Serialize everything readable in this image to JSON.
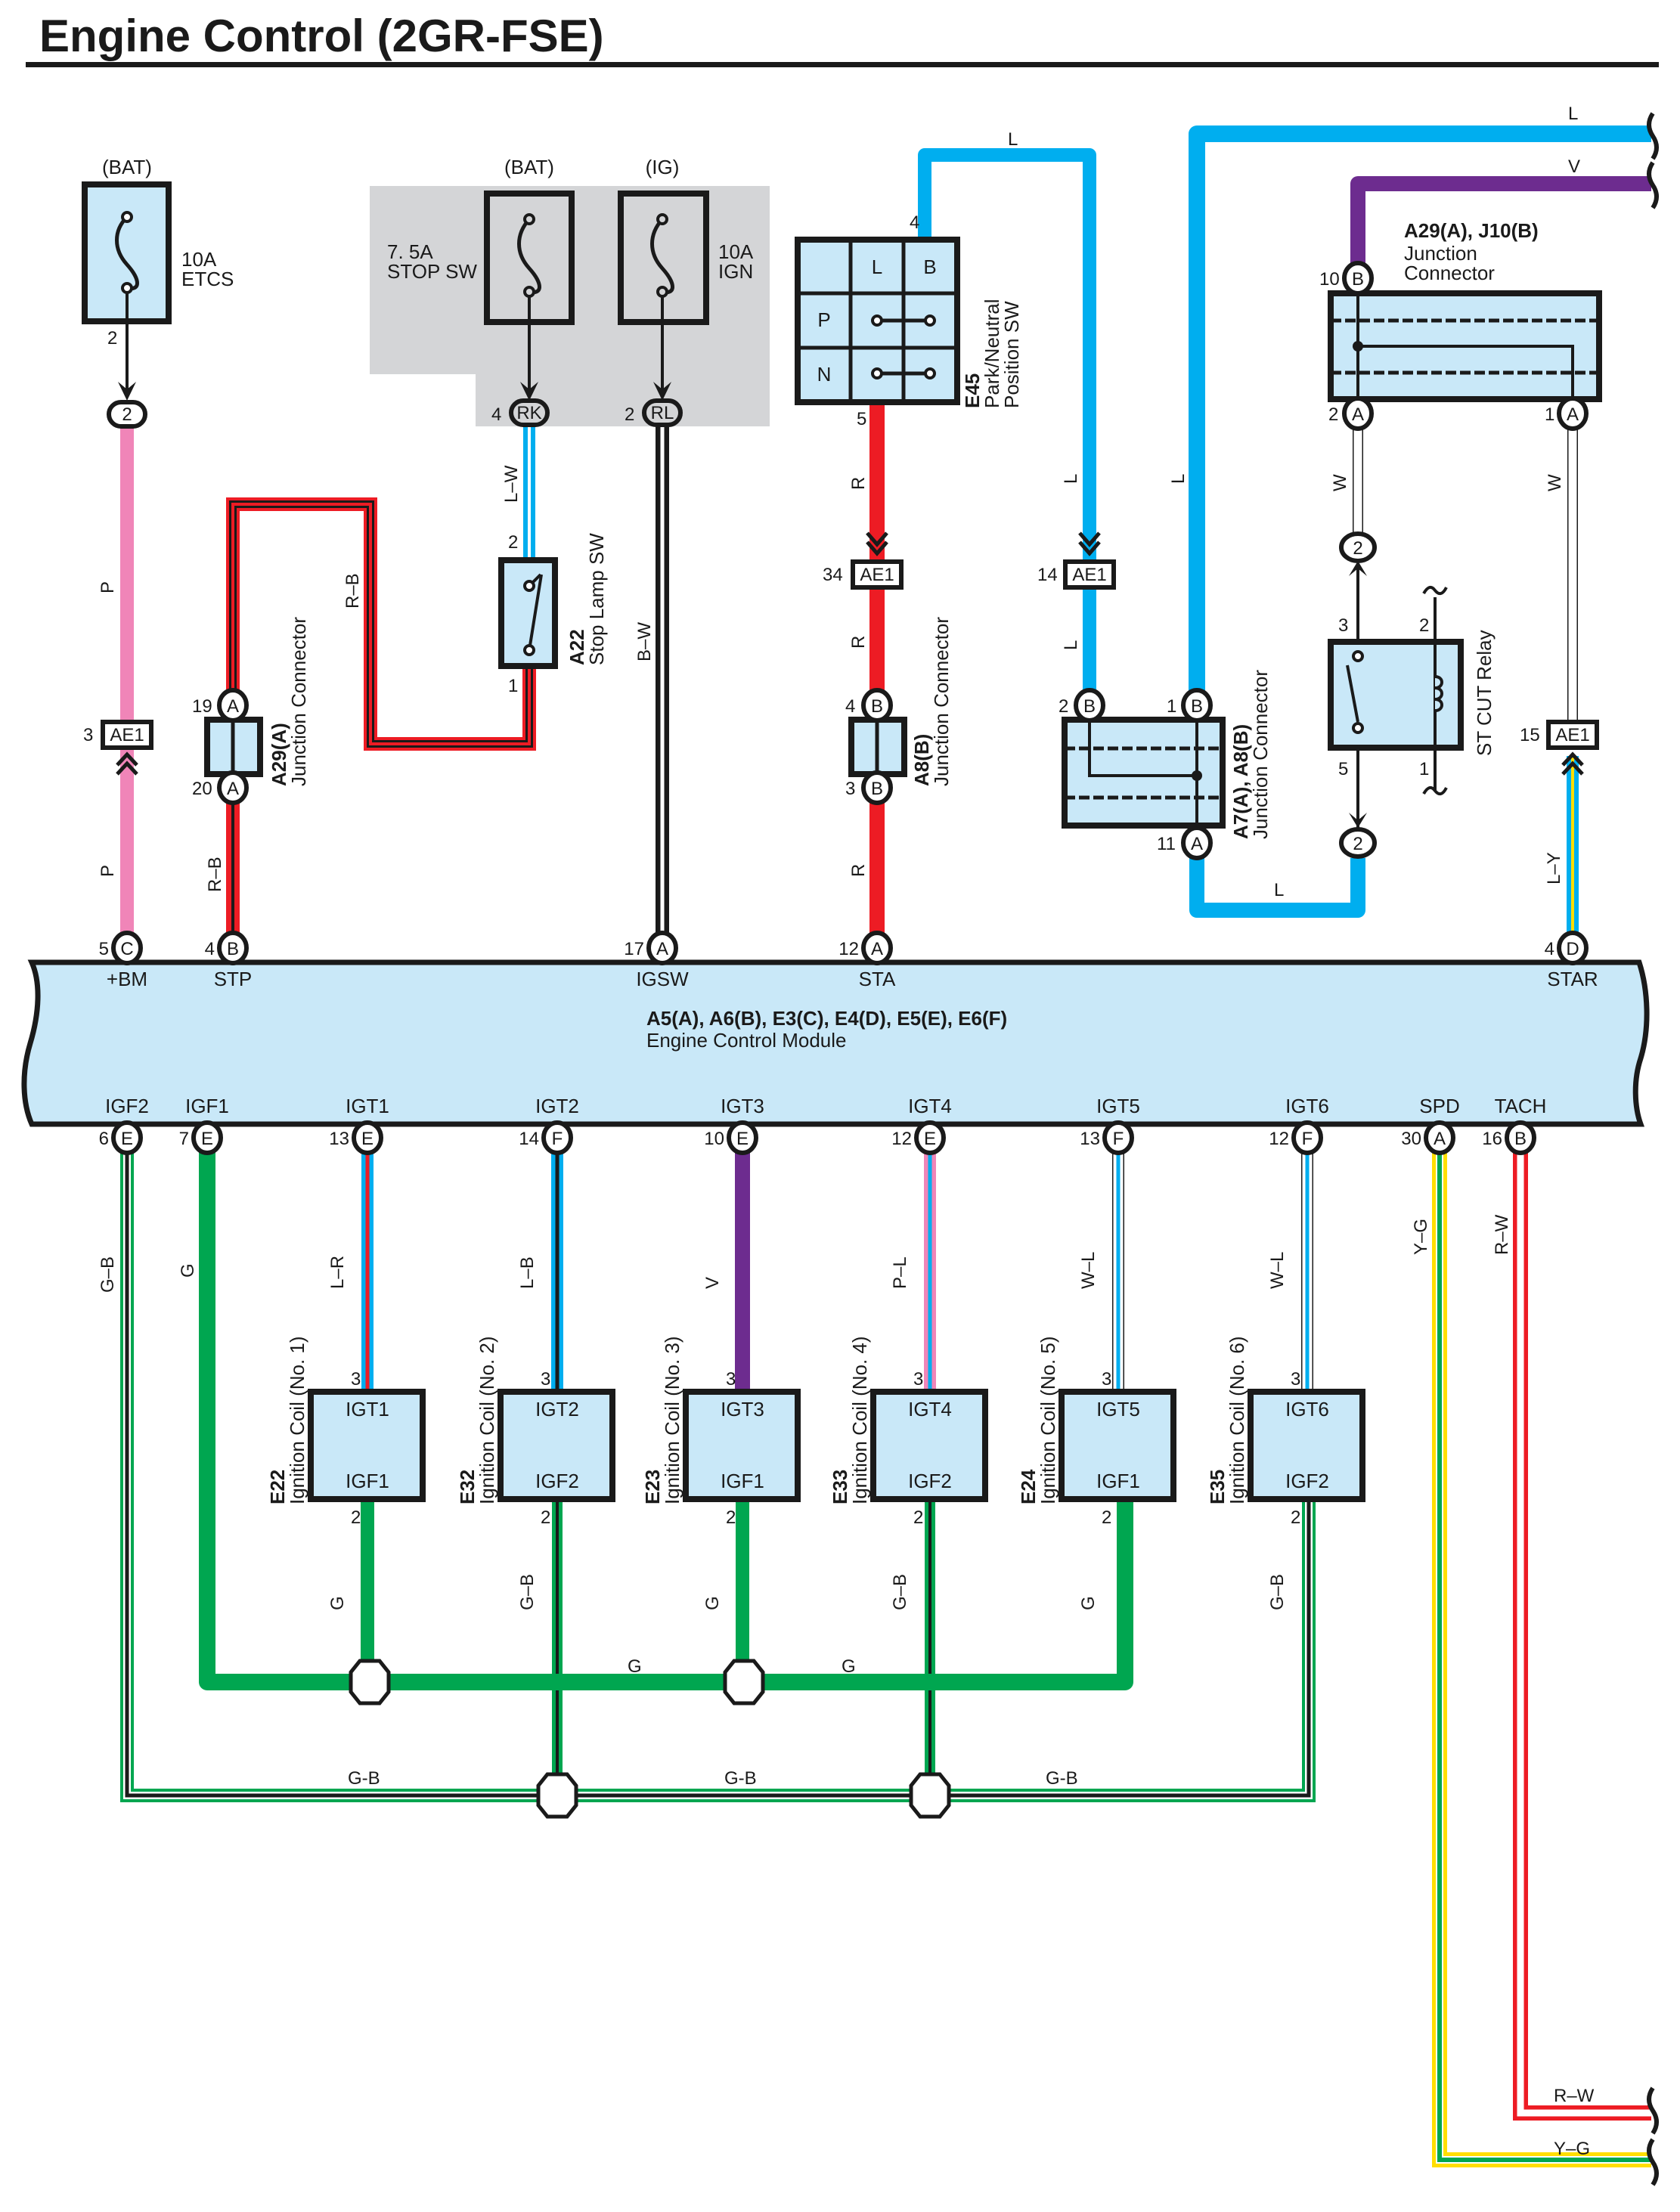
{
  "title": "Engine Control (2GR-FSE)",
  "colors": {
    "component_fill": "#c9e8f8",
    "shaded_area": "#d4d5d7",
    "wire_L": "#00aeef",
    "wire_R": "#ed1c24",
    "wire_P": "#f085b8",
    "wire_G": "#00a650",
    "wire_V": "#6d2c8f",
    "wire_Y": "#ffde00",
    "wire_B": "#1a1a1a",
    "wire_W": "#ffffff"
  },
  "fuses": [
    {
      "source": "(BAT)",
      "rating": "10A",
      "name": "ETCS",
      "pin": "2",
      "connector": "2"
    },
    {
      "source": "(BAT)",
      "rating": "7. 5A",
      "name": "STOP SW",
      "pin": "4",
      "connector": "RK"
    },
    {
      "source": "(IG)",
      "rating": "10A",
      "name": "IGN",
      "pin": "2",
      "connector": "RL"
    }
  ],
  "park_neutral_sw": {
    "code": "E45",
    "name_line1": "Park/Neutral",
    "name_line2": "Position SW",
    "cols": [
      "L",
      "B"
    ],
    "rows": [
      "P",
      "N"
    ],
    "pin_top": "4",
    "pin_bottom": "5"
  },
  "stop_lamp_sw": {
    "code": "A22",
    "name": "Stop Lamp SW",
    "pin_top": "2",
    "pin_bottom": "1"
  },
  "junction_a29a": {
    "code": "A29(A)",
    "name": "Junction Connector",
    "pin_top": "19",
    "pin_top_conn": "A",
    "pin_bottom": "20",
    "pin_bottom_conn": "A"
  },
  "junction_a8b": {
    "code": "A8(B)",
    "name": "Junction Connector",
    "pin_top": "4",
    "pin_top_conn": "B",
    "pin_bottom": "3",
    "pin_bottom_conn": "B"
  },
  "junction_a7a8": {
    "code": "A7(A), A8(B)",
    "name": "Junction Connector",
    "pin_tl": "2",
    "pin_tl_conn": "B",
    "pin_tr": "1",
    "pin_tr_conn": "B",
    "pin_b": "11",
    "pin_b_conn": "A"
  },
  "junction_a29j10": {
    "code": "A29(A), J10(B)",
    "name_line1": "Junction",
    "name_line2": "Connector",
    "pin_top": "10",
    "pin_top_conn": "B",
    "pin_bl": "2",
    "pin_bl_conn": "A",
    "pin_br": "1",
    "pin_br_conn": "A"
  },
  "st_cut_relay": {
    "name": "ST CUT Relay",
    "pin3": "3",
    "pin2": "2",
    "pin5": "5",
    "pin1": "1",
    "conn_top": "2",
    "conn_bottom": "2"
  },
  "ae1": [
    {
      "pin": "3",
      "label": "AE1"
    },
    {
      "pin": "34",
      "label": "AE1"
    },
    {
      "pin": "14",
      "label": "AE1"
    },
    {
      "pin": "15",
      "label": "AE1"
    }
  ],
  "ecm": {
    "codes": "A5(A), A6(B), E3(C), E4(D), E5(E), E6(F)",
    "name": "Engine Control Module",
    "top_pins": [
      {
        "pin": "5",
        "conn": "C",
        "signal": "+BM"
      },
      {
        "pin": "4",
        "conn": "B",
        "signal": "STP"
      },
      {
        "pin": "17",
        "conn": "A",
        "signal": "IGSW"
      },
      {
        "pin": "12",
        "conn": "A",
        "signal": "STA"
      },
      {
        "pin": "4",
        "conn": "D",
        "signal": "STAR"
      }
    ],
    "bottom_pins": [
      {
        "pin": "6",
        "conn": "E",
        "signal": "IGF2"
      },
      {
        "pin": "7",
        "conn": "E",
        "signal": "IGF1"
      },
      {
        "pin": "13",
        "conn": "E",
        "signal": "IGT1"
      },
      {
        "pin": "14",
        "conn": "F",
        "signal": "IGT2"
      },
      {
        "pin": "10",
        "conn": "E",
        "signal": "IGT3"
      },
      {
        "pin": "12",
        "conn": "E",
        "signal": "IGT4"
      },
      {
        "pin": "13",
        "conn": "F",
        "signal": "IGT5"
      },
      {
        "pin": "12",
        "conn": "F",
        "signal": "IGT6"
      },
      {
        "pin": "30",
        "conn": "A",
        "signal": "SPD"
      },
      {
        "pin": "16",
        "conn": "B",
        "signal": "TACH"
      }
    ]
  },
  "coils": [
    {
      "code": "E22",
      "name": "Ignition Coil (No. 1)",
      "igt": "IGT1",
      "igf": "IGF1",
      "pin_in": "3",
      "pin_out": "2",
      "wire_in": "L–R",
      "wire_out": "G"
    },
    {
      "code": "E32",
      "name": "Ignition Coil (No. 2)",
      "igt": "IGT2",
      "igf": "IGF2",
      "pin_in": "3",
      "pin_out": "2",
      "wire_in": "L–B",
      "wire_out": "G–B"
    },
    {
      "code": "E23",
      "name": "Ignition Coil (No. 3)",
      "igt": "IGT3",
      "igf": "IGF1",
      "pin_in": "3",
      "pin_out": "2",
      "wire_in": "V",
      "wire_out": "G"
    },
    {
      "code": "E33",
      "name": "Ignition Coil (No. 4)",
      "igt": "IGT4",
      "igf": "IGF2",
      "pin_in": "3",
      "pin_out": "2",
      "wire_in": "P–L",
      "wire_out": "G–B"
    },
    {
      "code": "E24",
      "name": "Ignition Coil (No. 5)",
      "igt": "IGT5",
      "igf": "IGF1",
      "pin_in": "3",
      "pin_out": "2",
      "wire_in": "W–L",
      "wire_out": "G"
    },
    {
      "code": "E35",
      "name": "Ignition Coil (No. 6)",
      "igt": "IGT6",
      "igf": "IGF2",
      "pin_in": "3",
      "pin_out": "2",
      "wire_in": "W–L",
      "wire_out": "G–B"
    }
  ],
  "wire_labels": {
    "etcs_p_upper": "P",
    "etcs_p_lower": "P",
    "stp_rb_upper": "R–B",
    "stp_rb_lower": "R–B",
    "stop_lw": "L–W",
    "igsw_bw": "B–W",
    "sta_r1": "R",
    "sta_r2": "R",
    "sta_r3": "R",
    "pn_l_top": "L",
    "pn_l_mid": "L",
    "pn_l_low": "L",
    "big_l_vert": "L",
    "big_l_top": "L",
    "v_top": "V",
    "relay_l_bottom": "L",
    "w_left": "W",
    "w_right": "W",
    "star_ly": "L–Y",
    "igf2_gb": "G–B",
    "igf1_g": "G",
    "g_bus_1": "G",
    "g_bus_2": "G",
    "gb_bus_1": "G-B",
    "gb_bus_2": "G-B",
    "gb_bus_3": "G-B",
    "spd_yg": "Y–G",
    "tach_rw": "R–W",
    "tach_rw_end": "R–W",
    "spd_yg_end": "Y–G"
  }
}
